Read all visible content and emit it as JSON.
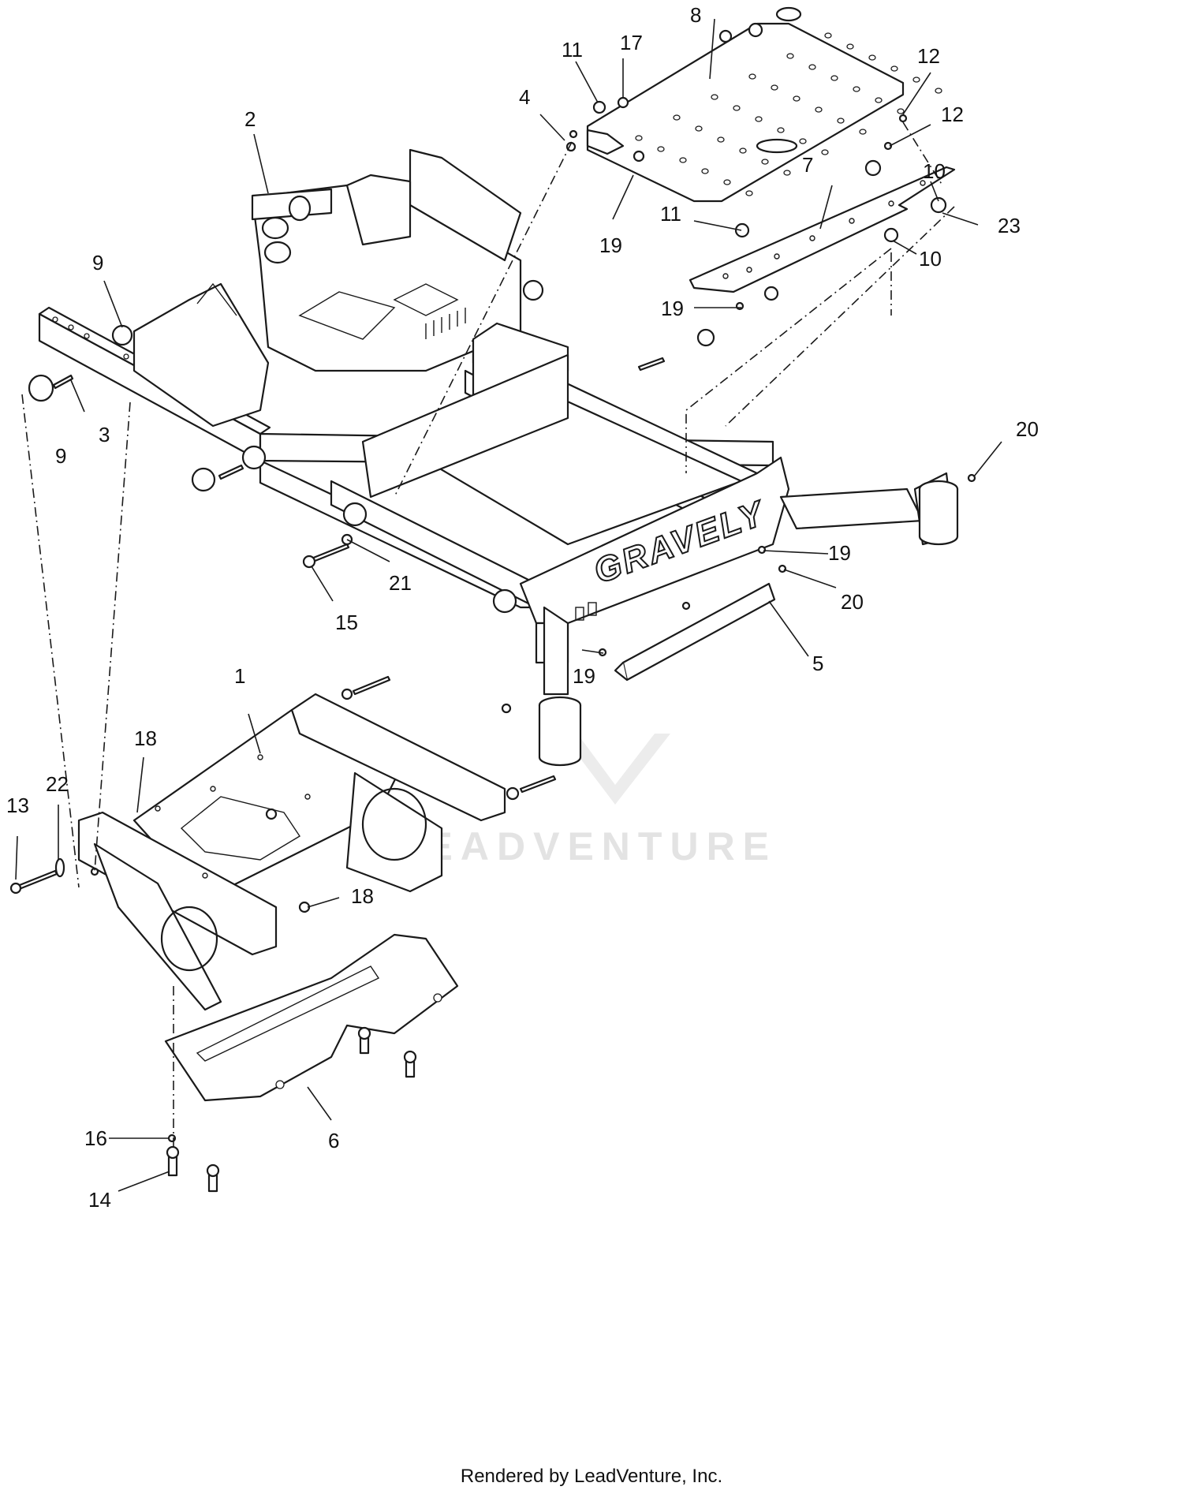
{
  "callouts": [
    {
      "id": "1",
      "label": "1"
    },
    {
      "id": "2",
      "label": "2"
    },
    {
      "id": "3",
      "label": "3"
    },
    {
      "id": "4",
      "label": "4"
    },
    {
      "id": "5",
      "label": "5"
    },
    {
      "id": "6",
      "label": "6"
    },
    {
      "id": "7",
      "label": "7"
    },
    {
      "id": "8",
      "label": "8"
    },
    {
      "id": "9a",
      "label": "9"
    },
    {
      "id": "9b",
      "label": "9"
    },
    {
      "id": "10a",
      "label": "10"
    },
    {
      "id": "10b",
      "label": "10"
    },
    {
      "id": "11a",
      "label": "11"
    },
    {
      "id": "11b",
      "label": "11"
    },
    {
      "id": "12a",
      "label": "12"
    },
    {
      "id": "12b",
      "label": "12"
    },
    {
      "id": "13",
      "label": "13"
    },
    {
      "id": "14",
      "label": "14"
    },
    {
      "id": "15",
      "label": "15"
    },
    {
      "id": "16",
      "label": "16"
    },
    {
      "id": "17",
      "label": "17"
    },
    {
      "id": "18a",
      "label": "18"
    },
    {
      "id": "18b",
      "label": "18"
    },
    {
      "id": "19a",
      "label": "19"
    },
    {
      "id": "19b",
      "label": "19"
    },
    {
      "id": "19c",
      "label": "19"
    },
    {
      "id": "19d",
      "label": "19"
    },
    {
      "id": "20a",
      "label": "20"
    },
    {
      "id": "20b",
      "label": "20"
    },
    {
      "id": "21",
      "label": "21"
    },
    {
      "id": "22",
      "label": "22"
    },
    {
      "id": "23",
      "label": "23"
    }
  ],
  "brand_text": "GRAVELY",
  "watermark_text": "LEADVENTURE",
  "footer": "Rendered by LeadVenture, Inc."
}
